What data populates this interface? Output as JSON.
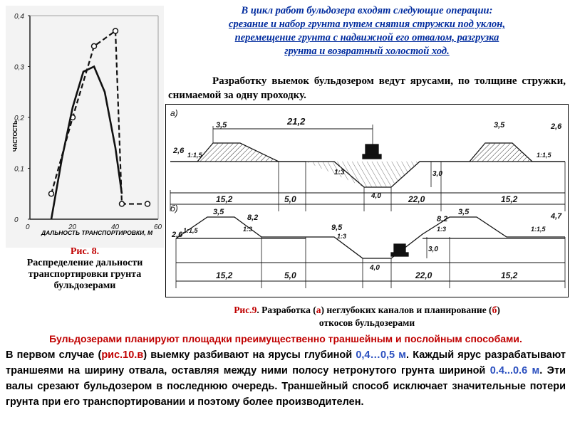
{
  "fig8": {
    "ylabel": "ЧАСТОСТЬ",
    "xlabel": "ДАЛЬНОСТЬ ТРАНСПОРТИРОВКИ, М",
    "yticks": [
      "0",
      "0,1",
      "0,2",
      "0,3",
      "0,4"
    ],
    "xticks": [
      "0",
      "20",
      "40",
      "60"
    ],
    "caption_num": "Рис. 8.",
    "caption_text": "Распределение дальности транспортировки грунта бульдозерами"
  },
  "chart_data": {
    "type": "line",
    "xlabel": "ДАЛЬНОСТЬ ТРАНСПОРТИРОВКИ, М",
    "ylabel": "ЧАСТОСТЬ",
    "xlim": [
      0,
      60
    ],
    "ylim": [
      0,
      0.4
    ],
    "series": [
      {
        "style": "dashed-markers",
        "x": [
          10,
          20,
          30,
          40,
          43,
          55
        ],
        "y": [
          0.05,
          0.2,
          0.34,
          0.37,
          0.03,
          0.03
        ]
      },
      {
        "style": "solid-curve",
        "x": [
          10,
          15,
          20,
          25,
          30,
          35,
          40,
          43
        ],
        "y": [
          0.0,
          0.12,
          0.22,
          0.29,
          0.3,
          0.25,
          0.14,
          0.05
        ]
      }
    ]
  },
  "intro": {
    "line1": "В цикл работ бульдозера входят следующие операции:",
    "line2": "срезание и набор грунта путем снятия стружки под уклон,",
    "line3": "перемещение грунта с надвижной его отвалом, разгрузка",
    "line4": "грунта и возвратный холостой ход."
  },
  "layers_text": "Разработку выемок бульдозером ведут ярусами, по толщине стружки, снимаемой за одну проходку.",
  "fig9": {
    "panel_a": "а)",
    "panel_b": "б)",
    "a_dims": {
      "top_left": "3,5",
      "top_right": "3,5",
      "span": "21,2",
      "h_left": "2,6",
      "h_right": "2,6",
      "slope_left": "1:1,5",
      "slope_right": "1:1,5",
      "slope_mid": "1:3",
      "depth": "3,0",
      "bottom": "4,0",
      "w1": "15,2",
      "w2": "5,0",
      "w3": "22,0",
      "w4": "15,2"
    },
    "b_dims": {
      "top_left": "3,5",
      "top_right": "3,5",
      "h_left": "2,6",
      "h_right": "4,7",
      "slope_l1": "1:1,5",
      "slope_l2": "1:3",
      "slope_r1": "1:3",
      "slope_r2": "1:1,5",
      "len_l": "8,2",
      "len_mid": "9,5",
      "len_r": "8,2",
      "slope_mid": "1:3",
      "depth": "3,0",
      "bottom": "4,0",
      "w1": "15,2",
      "w2": "5,0",
      "w3": "22,0",
      "w4": "15,2"
    },
    "caption_num": "Рис.9",
    "caption_p1": ". Разработка (",
    "caption_a": "а",
    "caption_p2": ") неглубоких каналов и планирование (",
    "caption_b": "б",
    "caption_p3": ")",
    "caption_line2": "откосов бульдозерами"
  },
  "plan_lead": "Бульдозерами планируют площадки преимущественно траншейным и послойным способами.",
  "body": {
    "t1": "В первом случае (",
    "ref": "рис.10.в",
    "t2": ") выемку разбивают на ярусы глубиной ",
    "depth": "0,4…0,5 м",
    "t3": ". Каждый ярус разрабатывают траншеями на ширину отвала, оставляя между ними полосу нетронутого грунта шириной ",
    "width": "0.4...0.6 м",
    "t4": ". Эти валы срезают бульдозером в последнюю очередь. Траншейный способ исключает значительные потери грунта при его транспортировании и поэтому более производителен."
  }
}
